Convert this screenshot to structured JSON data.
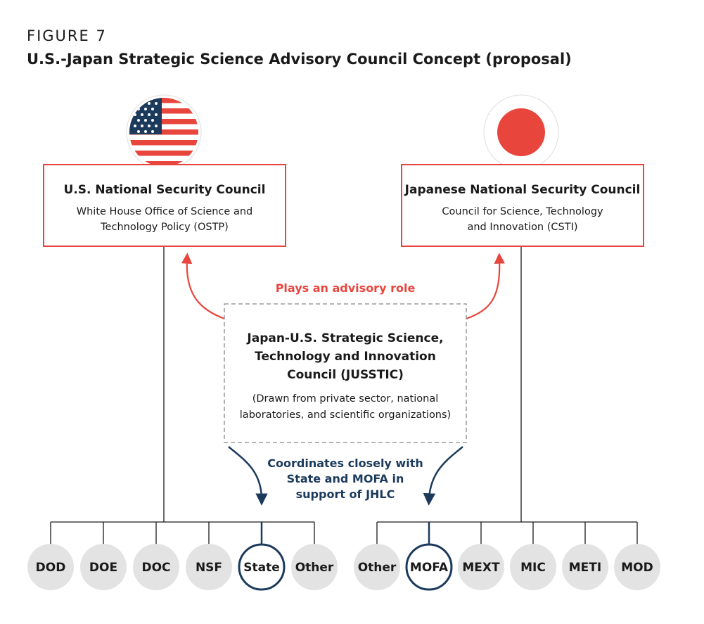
{
  "figure": {
    "label": "FIGURE 7",
    "title": "U.S.-Japan Strategic Science Advisory Council Concept (proposal)"
  },
  "us_council": {
    "title": "U.S. National Security Council",
    "sub_line1": "White House Office of Science and",
    "sub_line2": "Technology Policy (OSTP)"
  },
  "jp_council": {
    "title": "Japanese National Security Council",
    "sub_line1": "Council for Science, Technology",
    "sub_line2": "and Innovation (CSTI)"
  },
  "advisory_label": "Plays an advisory role",
  "center_council": {
    "title_line1": "Japan-U.S. Strategic Science,",
    "title_line2": "Technology and Innovation",
    "title_line3": "Council (JUSSTIC)",
    "sub_line1": "(Drawn from private sector, national",
    "sub_line2": "laboratories, and scientific organizations)"
  },
  "coordination_label": {
    "line1": "Coordinates closely with",
    "line2": "State and MOFA in",
    "line3": "support of JHLC"
  },
  "us_agencies": [
    "DOD",
    "DOE",
    "DOC",
    "NSF",
    "State",
    "Other"
  ],
  "jp_agencies": [
    "Other",
    "MOFA",
    "MEXT",
    "MIC",
    "METI",
    "MOD"
  ],
  "colors": {
    "red": "#e8453c",
    "navy": "#1b3a5c",
    "agency_fill": "#e3e3e3",
    "dashed_border": "#888888"
  },
  "icons": {
    "us_flag": "us-flag-icon",
    "jp_flag": "japan-flag-icon"
  }
}
